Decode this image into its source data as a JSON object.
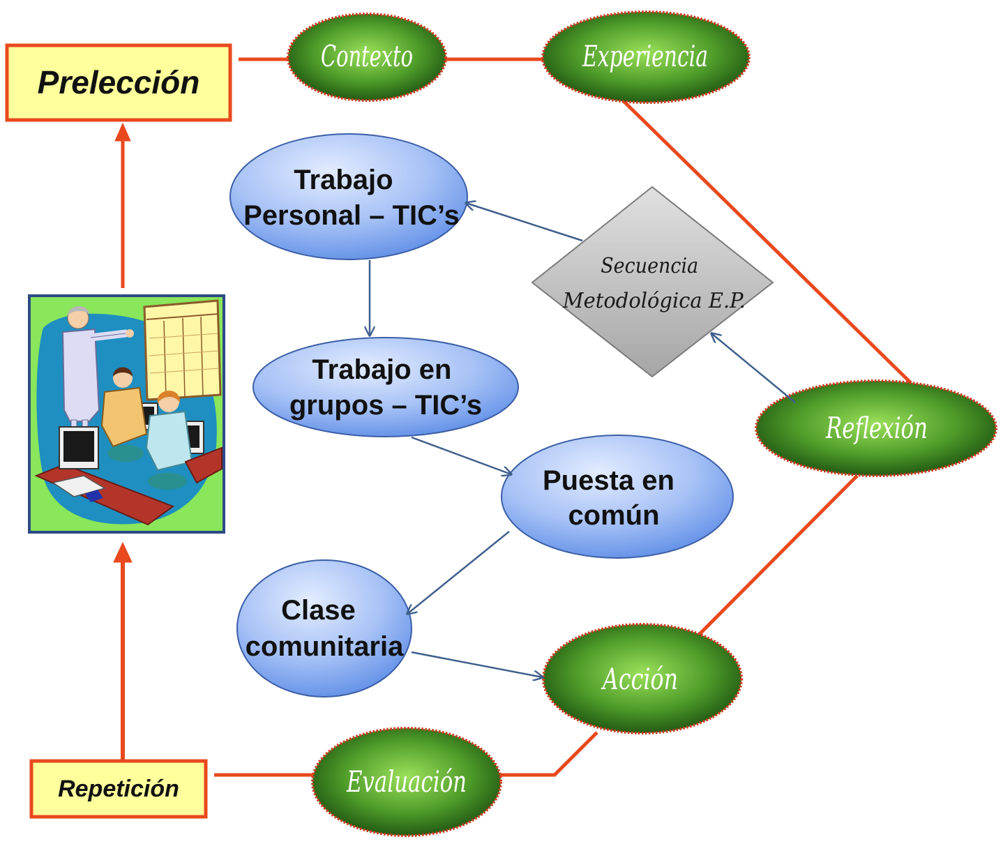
{
  "diagram": {
    "boxes": {
      "preleccion": "Prelección",
      "repeticion": "Repetición"
    },
    "cycle": {
      "contexto": "Contexto",
      "experiencia": "Experiencia",
      "reflexion": "Reflexión",
      "accion": "Acción",
      "evaluacion": "Evaluación"
    },
    "steps": {
      "trabajo_personal": [
        "Trabajo",
        "Personal – TIC’s"
      ],
      "trabajo_grupos": [
        "Trabajo en",
        "grupos – TIC’s"
      ],
      "puesta_comun": [
        "Puesta en",
        "común"
      ],
      "clase_comunitaria": [
        "Clase",
        "comunitaria"
      ]
    },
    "center": [
      "Secuencia",
      "Metodológica E.P."
    ]
  },
  "icons": {
    "illustration": "teacher-students-computers-icon"
  },
  "colors": {
    "connector": "#e8491d",
    "box_fill": "#ffff9c",
    "cycle_center": "#9be05a",
    "cycle_edge": "#235a14",
    "cycle_border": "#d03a1e",
    "step_light": "#e3ecff",
    "step_dark": "#5e8de6",
    "step_border": "#3b5ea6",
    "flow_arrow": "#3f5f8c",
    "center_light": "#e0e0e0",
    "center_dark": "#a6a6a6"
  }
}
